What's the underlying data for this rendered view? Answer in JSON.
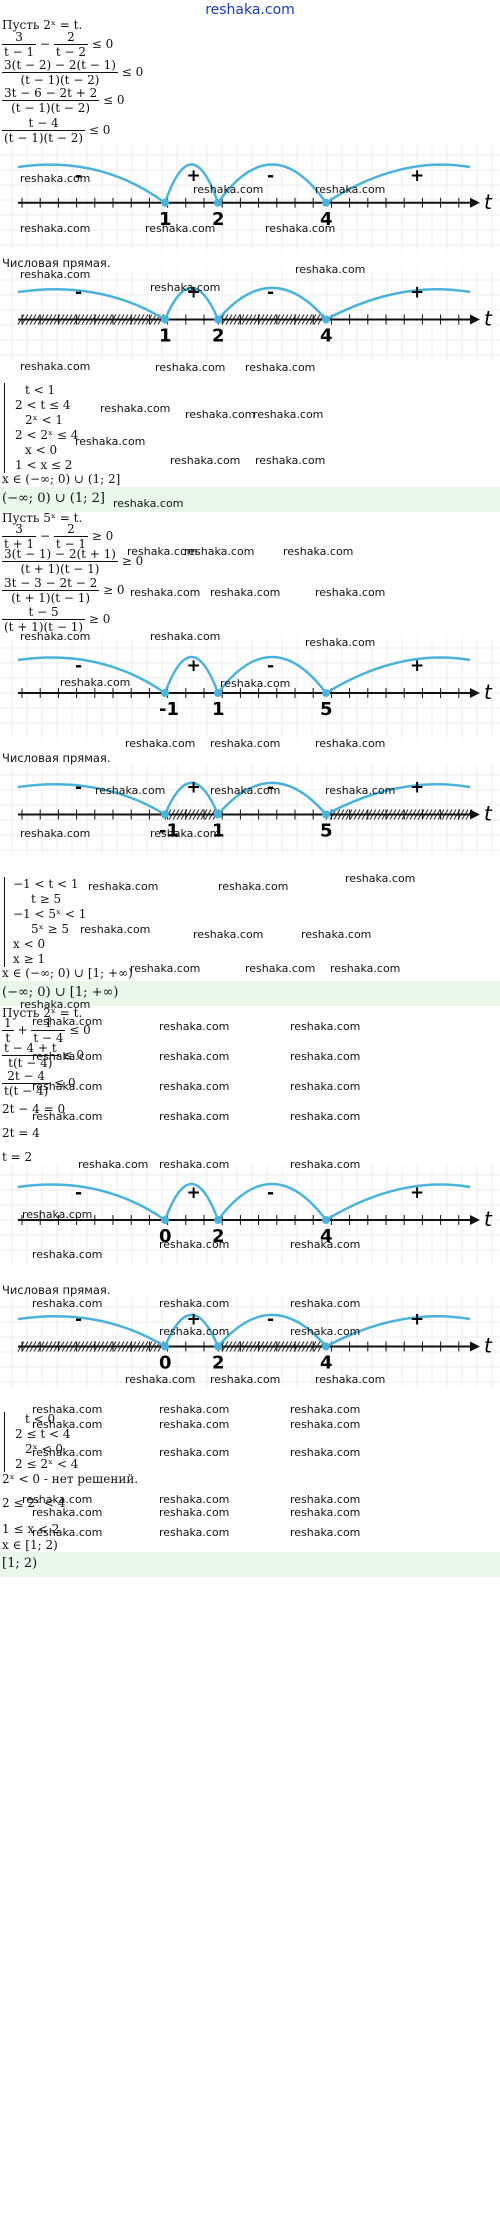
{
  "site": "reshaka.com",
  "watermark": "reshaka.com",
  "numberline_caption": "Числовая прямая.",
  "task1": {
    "sub": "Пусть 2ˣ = t.",
    "ineq1_n1": "3",
    "ineq1_d1": "t − 1",
    "ineq1_n2": "2",
    "ineq1_d2": "t − 2",
    "ineq1_rel": "≤ 0",
    "ineq2_n": "3(t − 2) − 2(t − 1)",
    "ineq2_d": "(t − 1)(t − 2)",
    "ineq2_rel": "≤ 0",
    "ineq3_n": "3t − 6 − 2t + 2",
    "ineq3_d": "(t − 1)(t − 2)",
    "ineq3_rel": "≤ 0",
    "ineq4_n": "t − 4",
    "ineq4_d": "(t − 1)(t − 2)",
    "ineq4_rel": "≤ 0",
    "points": [
      "1",
      "2",
      "4"
    ],
    "signs": [
      "-",
      "+",
      "-",
      "+"
    ],
    "axis": "t",
    "system": [
      "t < 1",
      "2 < t ≤ 4",
      "2ˣ < 1",
      "2 < 2ˣ ≤ 4",
      "x < 0",
      "1 < x ≤ 2"
    ],
    "set": "x ∈ (−∞; 0) ∪ (1; 2]",
    "answer": "(−∞; 0) ∪ (1; 2]"
  },
  "task2": {
    "sub": "Пусть 5ˣ = t.",
    "ineq1_n1": "3",
    "ineq1_d1": "t + 1",
    "ineq1_n2": "2",
    "ineq1_d2": "t − 1",
    "ineq1_rel": "≥ 0",
    "ineq2_n": "3(t − 1) − 2(t + 1)",
    "ineq2_d": "(t + 1)(t − 1)",
    "ineq2_rel": "≥ 0",
    "ineq3_n": "3t − 3 − 2t − 2",
    "ineq3_d": "(t + 1)(t − 1)",
    "ineq3_rel": "≥ 0",
    "ineq4_n": "t − 5",
    "ineq4_d": "(t + 1)(t − 1)",
    "ineq4_rel": "≥ 0",
    "points": [
      "-1",
      "1",
      "5"
    ],
    "signs": [
      "-",
      "+",
      "-",
      "+"
    ],
    "axis": "t",
    "system": [
      "−1 < t < 1",
      "t ≥ 5",
      "−1 < 5ˣ < 1",
      "5ˣ ≥ 5",
      "x < 0",
      "x ≥ 1"
    ],
    "set": "x ∈ (−∞; 0) ∪ [1; +∞)",
    "answer": "(−∞; 0) ∪ [1; +∞)"
  },
  "task3": {
    "sub": "Пусть 2ˣ = t.",
    "ineq1_n1": "1",
    "ineq1_d1": "t",
    "ineq1_n2": "1",
    "ineq1_d2": "t − 4",
    "ineq1_rel": "≤ 0",
    "ineq2_n": "t − 4 + t",
    "ineq2_d": "t(t − 4)",
    "ineq2_rel": "≤ 0",
    "ineq3_n": "2t − 4",
    "ineq3_d": "t(t − 4)",
    "ineq3_rel": "≤ 0",
    "eq1": "2t − 4 = 0",
    "eq2": "2t = 4",
    "eq3": "t = 2",
    "points": [
      "0",
      "2",
      "4"
    ],
    "signs": [
      "-",
      "+",
      "-",
      "+"
    ],
    "axis": "t",
    "system": [
      "t < 0",
      "2 ≤ t < 4",
      "2ˣ < 0",
      "2 ≤ 2ˣ < 4"
    ],
    "no_solution": "2ˣ < 0 - нет решений.",
    "line1": "2 ≤ 2ˣ < 4",
    "line2": "1 ≤ x < 2",
    "set": "x ∈ [1; 2)",
    "answer": "[1; 2)"
  }
}
